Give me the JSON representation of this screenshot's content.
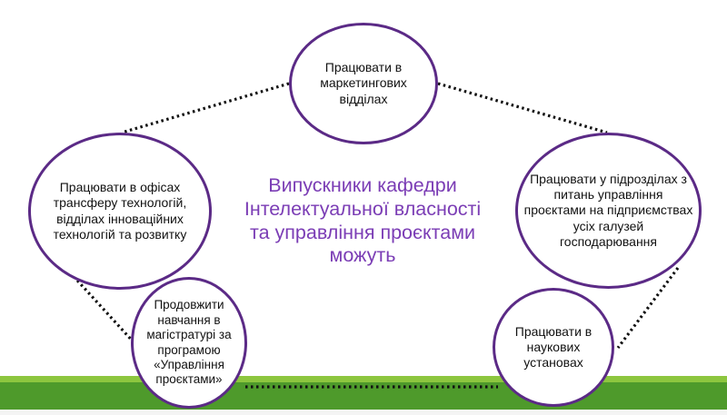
{
  "diagram": {
    "center_title": "Випускники кафедри Інтелектуальної власності та управління проєктами можуть",
    "nodes": [
      {
        "id": "marketing",
        "label": "Працювати в маркетингових відділах"
      },
      {
        "id": "tech-transfer",
        "label": "Працювати в офісах трансферу технологій, відділах інноваційних технологій та розвитку"
      },
      {
        "id": "project-mgmt-units",
        "label": "Працювати у підрозділах з питань управління проєктами на підприємствах усіх галузей господарювання"
      },
      {
        "id": "masters-study",
        "label": "Продовжити навчання в магістратурі за програмою «Управління проєктами»"
      },
      {
        "id": "research-institutions",
        "label": "Працювати в наукових установах"
      }
    ]
  },
  "colors": {
    "accent": "#7b3db5",
    "node_border": "#5b2a86",
    "connector": "#111111",
    "ground_light": "#8dc63f",
    "ground_dark": "#4e9a2b"
  }
}
